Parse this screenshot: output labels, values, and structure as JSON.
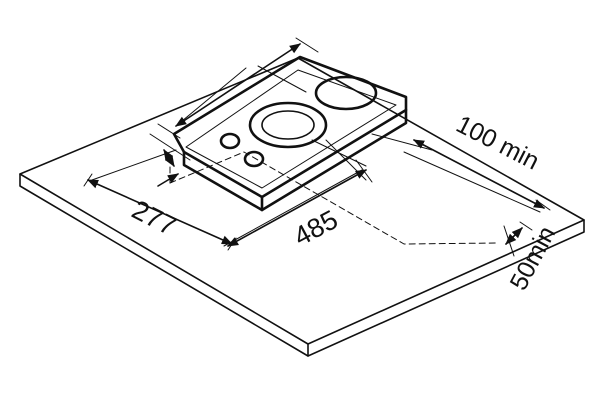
{
  "dimensions": {
    "width": "277",
    "depth": "485",
    "rear_clearance": "100 min",
    "side_clearance": "50min"
  }
}
